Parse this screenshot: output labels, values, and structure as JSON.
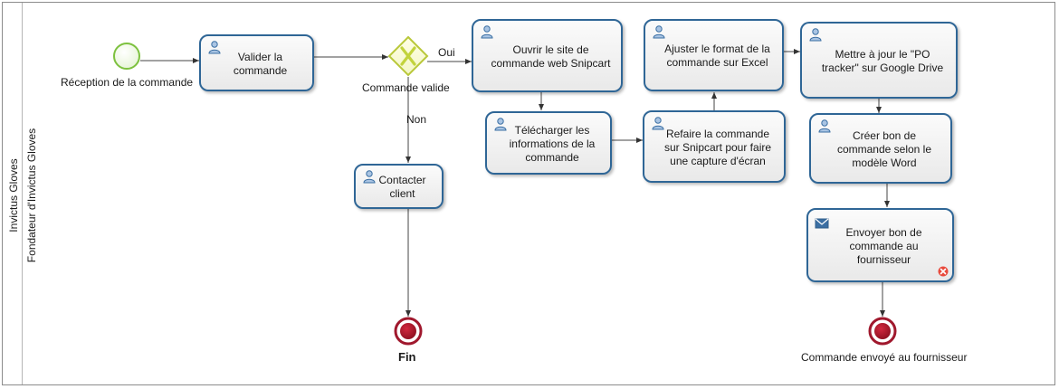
{
  "pool": {
    "name": "Invictus Gloves"
  },
  "lane": {
    "name": "Fondateur d'Invictus Gloves"
  },
  "start_event": {
    "label": "Réception de la commande"
  },
  "gateway": {
    "label": "Commande valide",
    "yes_label": "Oui",
    "no_label": "Non"
  },
  "tasks": {
    "validate": "Valider la commande",
    "open_site": "Ouvrir le site de commande web Snipcart",
    "download": "Télécharger les informations de la commande",
    "redo": "Refaire la commande sur Snipcart pour faire une capture d'écran",
    "adjust": "Ajuster le format de la commande sur Excel",
    "update": "Mettre à jour le \"PO tracker\" sur Google Drive",
    "create": "Créer bon de commande selon le modèle Word",
    "send": "Envoyer bon de commande au fournisseur",
    "contact": "Contacter client"
  },
  "end_events": {
    "fin": "Fin",
    "sent": "Commande envoyé au fournisseur"
  },
  "colors": {
    "task_border": "#2f6696",
    "start": "#7dc13f",
    "end": "#a0182d",
    "gateway": "#c8d84a",
    "error": "#e84a3c"
  }
}
